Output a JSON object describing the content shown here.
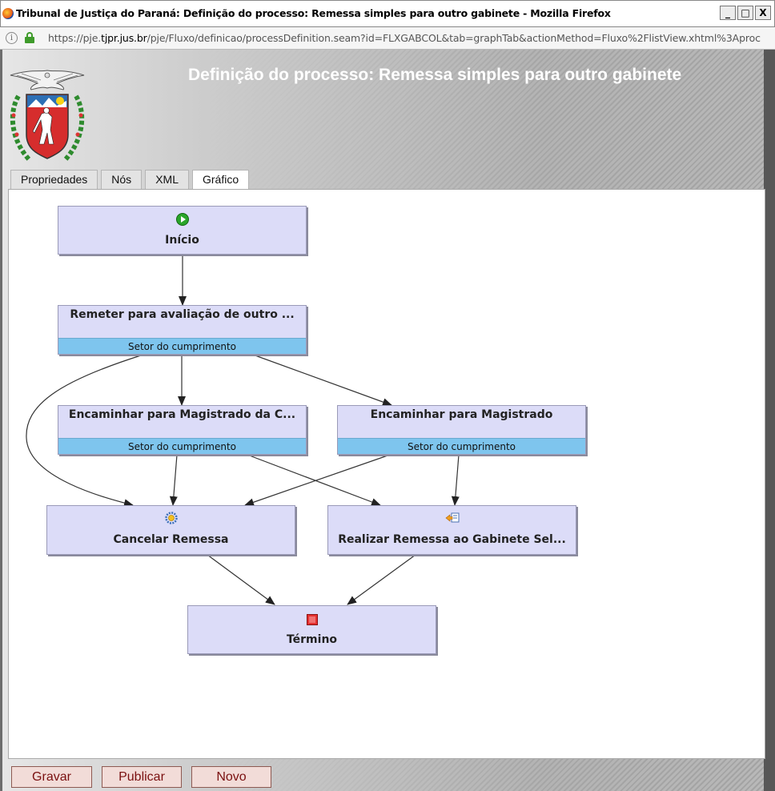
{
  "window": {
    "title": "Tribunal de Justiça do Paraná: Definição do processo: Remessa simples para outro gabinete - Mozilla Firefox",
    "minimize": "_",
    "maximize": "□",
    "close": "X"
  },
  "urlbar": {
    "prefix": "https://pje.",
    "host": "tjpr.jus.br",
    "path": "/pje/Fluxo/definicao/processDefinition.seam?id=FLXGABCOL&tab=graphTab&actionMethod=Fluxo%2FlistView.xhtml%3Aproc",
    "info_icon": "i"
  },
  "page": {
    "title": "Definição do processo: Remessa simples para outro gabinete"
  },
  "tabs": [
    {
      "label": "Propriedades",
      "active": false
    },
    {
      "label": "Nós",
      "active": false
    },
    {
      "label": "XML",
      "active": false
    },
    {
      "label": "Gráfico",
      "active": true
    }
  ],
  "graph": {
    "nodes": {
      "inicio": {
        "label": "Início",
        "icon": "play-icon"
      },
      "remeter": {
        "label": "Remeter para avaliação de outro ...",
        "swimlane": "Setor do cumprimento"
      },
      "encaminhar_c": {
        "label": "Encaminhar para Magistrado da C...",
        "swimlane": "Setor do cumprimento"
      },
      "encaminhar": {
        "label": "Encaminhar para Magistrado",
        "swimlane": "Setor do cumprimento"
      },
      "cancelar": {
        "label": "Cancelar Remessa",
        "icon": "gear-icon"
      },
      "realizar": {
        "label": "Realizar Remessa ao Gabinete Sel...",
        "icon": "transfer-icon"
      },
      "termino": {
        "label": "Término",
        "icon": "stop-icon"
      }
    }
  },
  "colors": {
    "node_fill": "#dcdcf8",
    "swimlane": "#7ec5ee",
    "button_text": "#7a1010"
  },
  "buttons": {
    "gravar": "Gravar",
    "publicar": "Publicar",
    "novo": "Novo"
  }
}
